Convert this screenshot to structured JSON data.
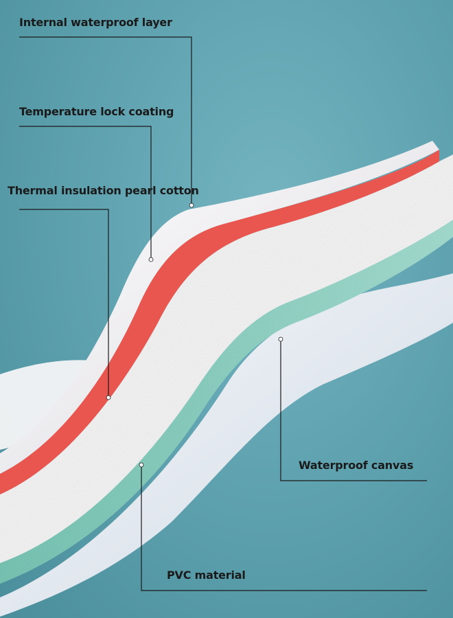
{
  "labels": {
    "internal_waterproof_layer": "Internal waterproof layer",
    "temperature_lock_coating": "Temperature lock coating",
    "thermal_insulation_pearl_cotton": "Thermal insulation pearl cotton",
    "waterproof_canvas": "Waterproof canvas",
    "pvc_material": "PVC material"
  },
  "colors": {
    "background": "#5f9eab",
    "internal_layer": "#f3f1f3",
    "coating": "#e8564f",
    "pearl_cotton": "#f4f4f4",
    "canvas": "#8fd3c4",
    "pvc": "#eef1f5",
    "leader_line": "#1a1a1a"
  }
}
